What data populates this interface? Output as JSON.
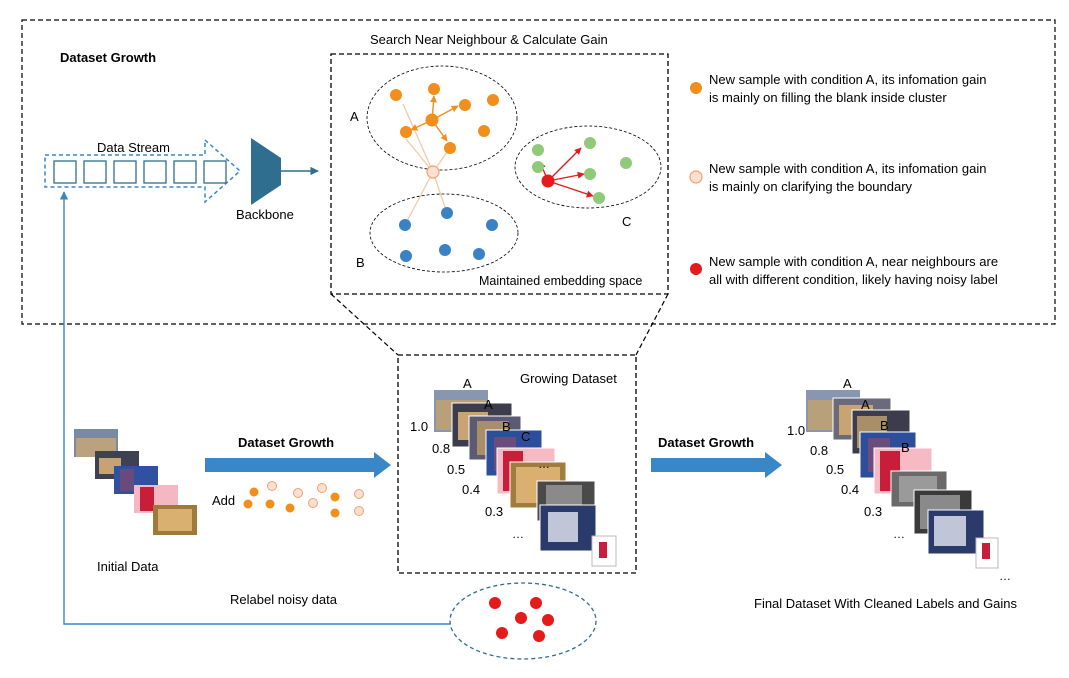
{
  "top_panel": {
    "title": "Dataset Growth",
    "data_stream_label": "Data Stream",
    "backbone_label": "Backbone"
  },
  "embedding": {
    "title": "Search Near Neighbour & Calculate Gain",
    "caption": "Maintained embedding space",
    "cluster_a": "A",
    "cluster_b": "B",
    "cluster_c": "C"
  },
  "legend": {
    "items": [
      {
        "line1": "New sample with condition A, its infomation gain",
        "line2": "is mainly on filling the blank inside cluster",
        "color": "#f28e1c",
        "fill": "#f28e1c"
      },
      {
        "line1": "New sample with condition A, its infomation gain",
        "line2": "is mainly on clarifying the boundary",
        "color": "#f0a070",
        "fill": "#fde0d0"
      },
      {
        "line1": "New sample with condition A, near neighbours are",
        "line2": "all with different condition, likely having noisy label",
        "color": "#e51b1b",
        "fill": "#e51b1b"
      }
    ]
  },
  "bottom": {
    "initial_data_label": "Initial Data",
    "growth_label_1": "Dataset Growth",
    "add_label": "Add",
    "growing_dataset_label": "Growing Dataset",
    "growth_label_2": "Dataset Growth",
    "final_label": "Final Dataset With Cleaned Labels and Gains",
    "relabel_label": "Relabel noisy data"
  },
  "growing_stack": {
    "letters": [
      "A",
      "A",
      "B",
      "C"
    ],
    "scores": [
      "1.0",
      "0.8",
      "0.5",
      "0.4",
      "0.3"
    ],
    "ellipsis": "…"
  },
  "final_stack": {
    "letters": [
      "A",
      "A",
      "B",
      "B"
    ],
    "scores": [
      "1.0",
      "0.8",
      "0.5",
      "0.4",
      "0.3"
    ],
    "ellipsis": "…"
  },
  "colors": {
    "orange": "#f28e1c",
    "blue": "#3b82c4",
    "green": "#90c978",
    "red": "#e51b1b",
    "arrow_blue": "#3a87c8",
    "backbone": "#2f6e8f"
  }
}
